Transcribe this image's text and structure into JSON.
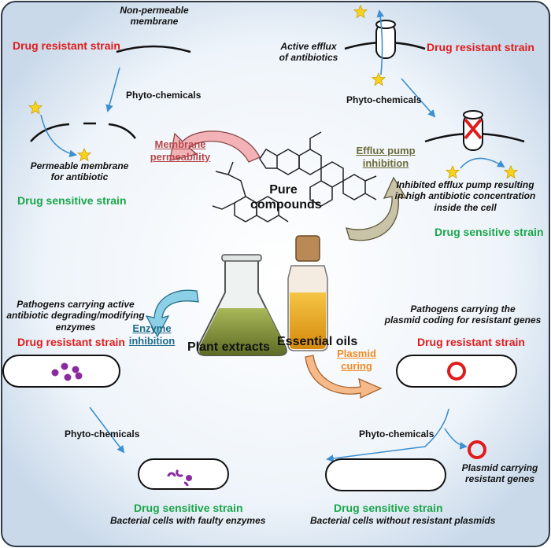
{
  "quadrant_top_left": {
    "resistant_label": "Drug resistant strain",
    "membrane_note": "Non-permeable\nmembrane",
    "agent": "Phyto-chemicals",
    "result_note": "Permeable membrane\nfor antibiotic",
    "sensitive_label": "Drug sensitive strain"
  },
  "quadrant_top_right": {
    "mechanism_note": "Active efflux\nof antibiotics",
    "resistant_label": "Drug resistant strain",
    "agent": "Phyto-chemicals",
    "result_note": "Inhibited efflux pump resulting\nin high antibiotic concentration\ninside the cell",
    "sensitive_label": "Drug sensitive strain"
  },
  "quadrant_bottom_left": {
    "pathogen_note": "Pathogens carrying active\nantibiotic degrading/modifying\nenzymes",
    "resistant_label": "Drug resistant strain",
    "agent": "Phyto-chemicals",
    "sensitive_label": "Drug sensitive strain",
    "result_note": "Bacterial cells with faulty enzymes"
  },
  "quadrant_bottom_right": {
    "pathogen_note": "Pathogens carrying the\nplasmid coding for resistant genes",
    "resistant_label": "Drug resistant strain",
    "agent": "Phyto-chemicals",
    "plasmid_note": "Plasmid carrying\nresistant genes",
    "sensitive_label": "Drug sensitive strain",
    "result_note": "Bacterial cells without resistant plasmids"
  },
  "mechanisms": {
    "membrane": "Membrane\npermeability",
    "efflux": "Efflux pump\ninhibition",
    "enzyme": "Enzyme\ninhibition",
    "plasmid": "Plasmid\ncuring"
  },
  "center": {
    "pure_compounds": "Pure\ncompounds",
    "plant_extracts": "Plant extracts",
    "essential_oils": "Essential oils"
  },
  "colors": {
    "resistant": "#e01b1b",
    "sensitive": "#1aa64a",
    "membrane_mech": "#b5474b",
    "efflux_mech": "#6b6b3a",
    "enzyme_mech": "#1f6b8a",
    "plasmid_mech": "#f08a24",
    "arrow": "#3d8fcf",
    "star": "#f7d21e"
  }
}
